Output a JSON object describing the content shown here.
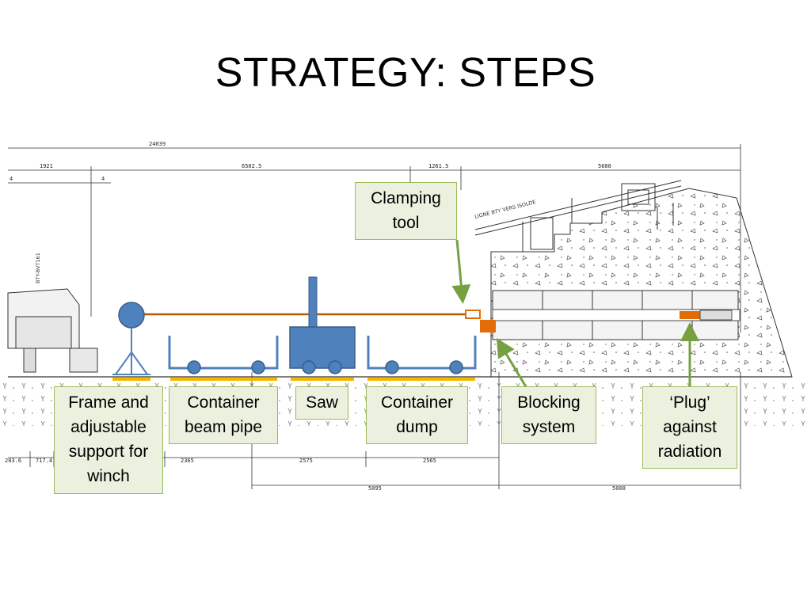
{
  "slide": {
    "title": "STRATEGY: STEPS"
  },
  "drawing": {
    "dimensions": {
      "overall": "24039",
      "d1": "1921",
      "d2": "6502.5",
      "d3": "1261.5",
      "d4": "5600",
      "d5": "4",
      "d6": "4",
      "b1": "203.6",
      "b2": "717.4",
      "b3": "2365",
      "b4": "2575",
      "b5": "2565",
      "b6": "5095",
      "b7": "5000"
    },
    "labels": {
      "line": "LIGNE BTY VERS ISOLDE",
      "vertical": "BTY-BVT161"
    }
  },
  "callouts": {
    "clamping_tool": "Clamping tool",
    "frame_support": "Frame and adjustable support for winch",
    "container_beam_pipe": "Container beam pipe",
    "saw": "Saw",
    "container_dump": "Container dump",
    "blocking_system": "Blocking system",
    "plug": "‘Plug’ against radiation"
  },
  "colors": {
    "accent_blue": "#4f81bd",
    "callout_fill": "#ebf1de",
    "callout_border": "#9bbb59",
    "arrow_green": "#77a043",
    "orange": "#e36c09",
    "rail_yellow": "#f5b800"
  }
}
